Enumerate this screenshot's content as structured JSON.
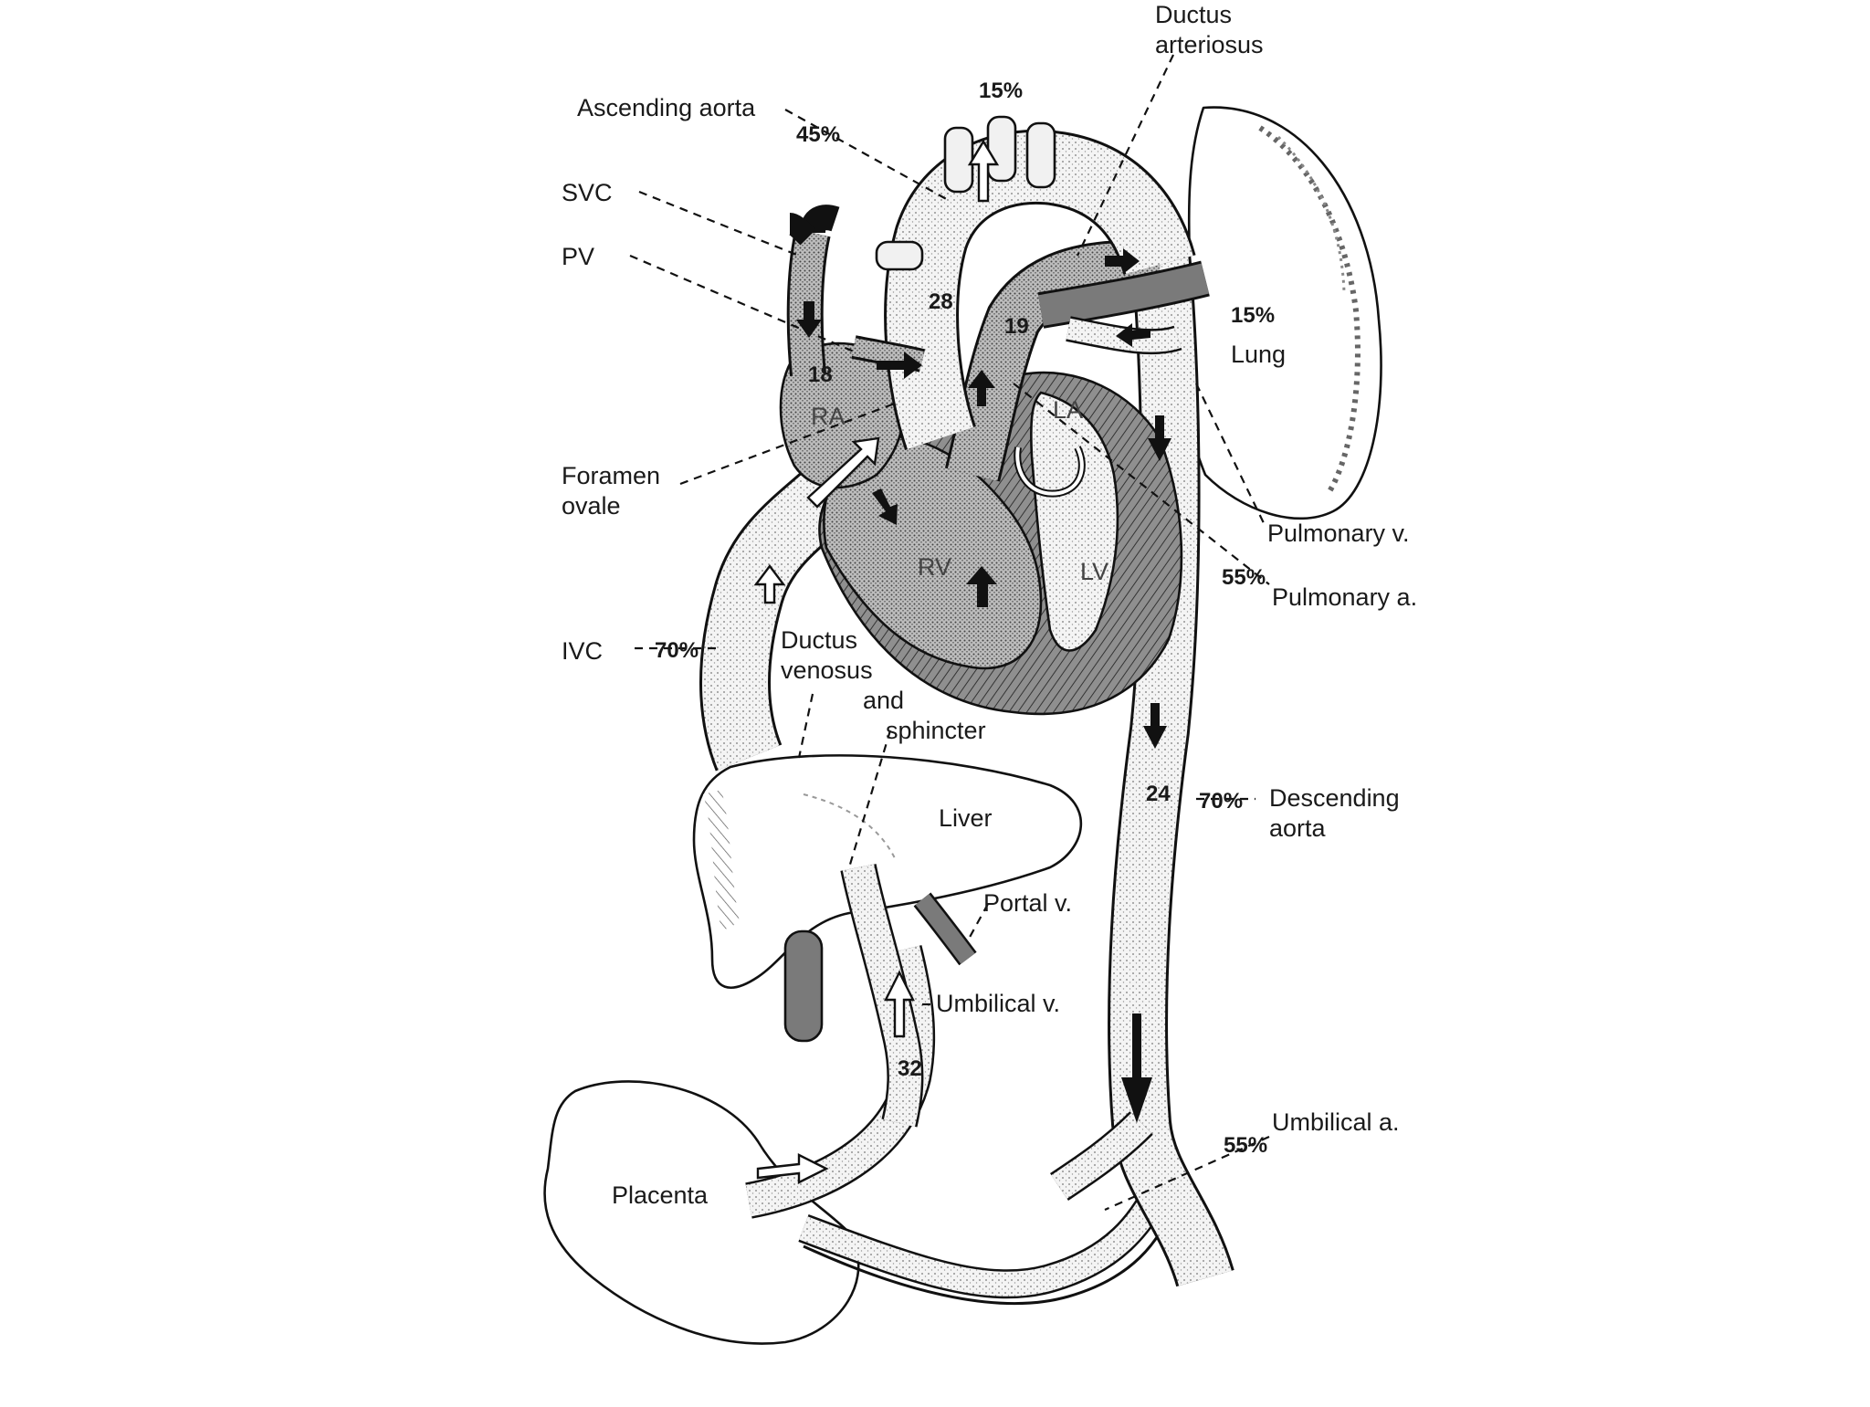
{
  "labels": {
    "ductus_arteriosus": [
      "Ductus",
      "arteriosus"
    ],
    "ascending_aorta": "Ascending aorta",
    "svc": "SVC",
    "pv": "PV",
    "foramen_ovale": [
      "Foramen",
      "ovale"
    ],
    "ivc": "IVC",
    "ductus_venosus": [
      "Ductus",
      "venosus",
      "and",
      "sphincter"
    ],
    "liver": "Liver",
    "portal_v": "Portal v.",
    "umbilical_v": "Umbilical v.",
    "placenta": "Placenta",
    "lung": "Lung",
    "pulmonary_v": "Pulmonary v.",
    "pulmonary_a": "Pulmonary a.",
    "descending_aorta": [
      "Descending",
      "aorta"
    ],
    "umbilical_a": "Umbilical a.",
    "ra": "RA",
    "la": "LA",
    "rv": "RV",
    "lv": "LV"
  },
  "values": {
    "arch_branches_pct": "15%",
    "ascending_aorta_pct": "45%",
    "lung_pct": "15%",
    "pulmonary_a_pct": "55%",
    "ivc_pct": "70%",
    "descending_aorta_pct": "70%",
    "umbilical_a_pct": "55%",
    "pressure_ascending_aorta": "28",
    "pressure_pulmonary": "19",
    "pressure_svc": "18",
    "pressure_descending_aorta": "24",
    "pressure_umbilical_v": "32"
  }
}
